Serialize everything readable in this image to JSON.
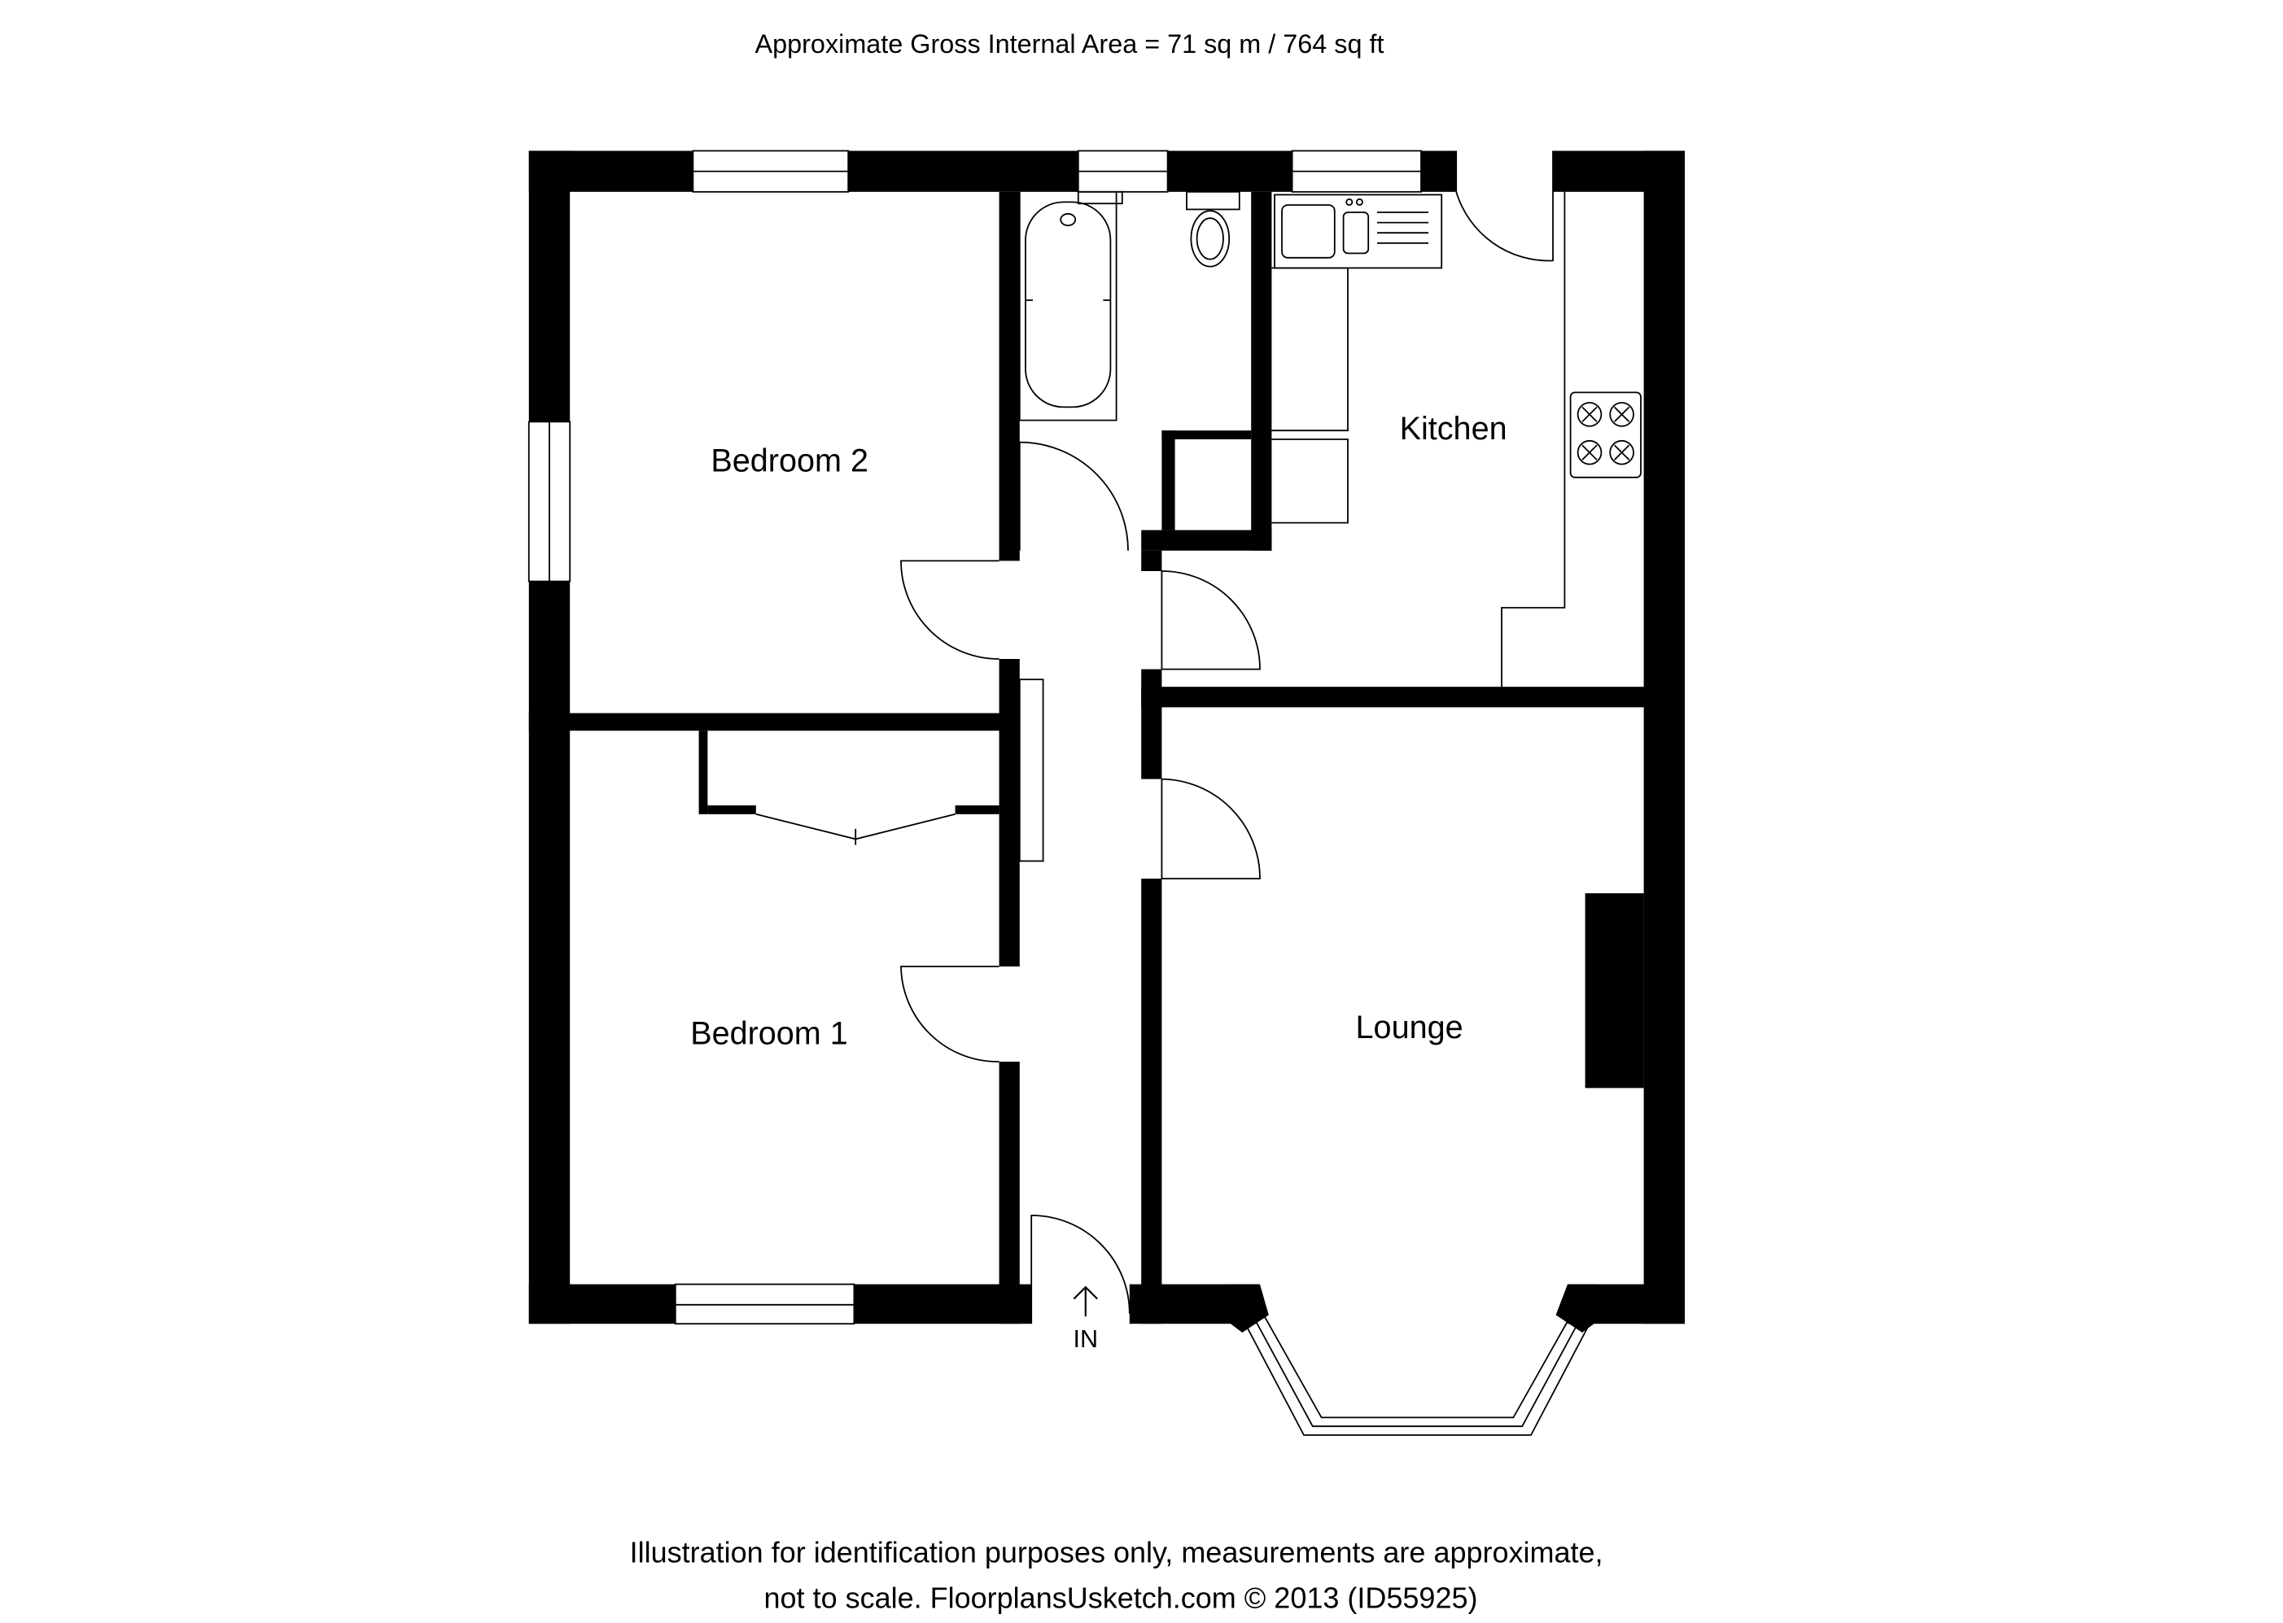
{
  "header": {
    "area_text": "Approximate Gross Internal Area = 71 sq m / 764 sq ft"
  },
  "rooms": {
    "bedroom2": "Bedroom 2",
    "bedroom1": "Bedroom 1",
    "kitchen": "Kitchen",
    "lounge": "Lounge"
  },
  "entrance": {
    "label": "IN"
  },
  "footer": {
    "line1": "Illustration for identification purposes only, measurements are approximate,",
    "line2": "not to scale. FloorplansUsketch.com © 2013 (ID55925)"
  }
}
